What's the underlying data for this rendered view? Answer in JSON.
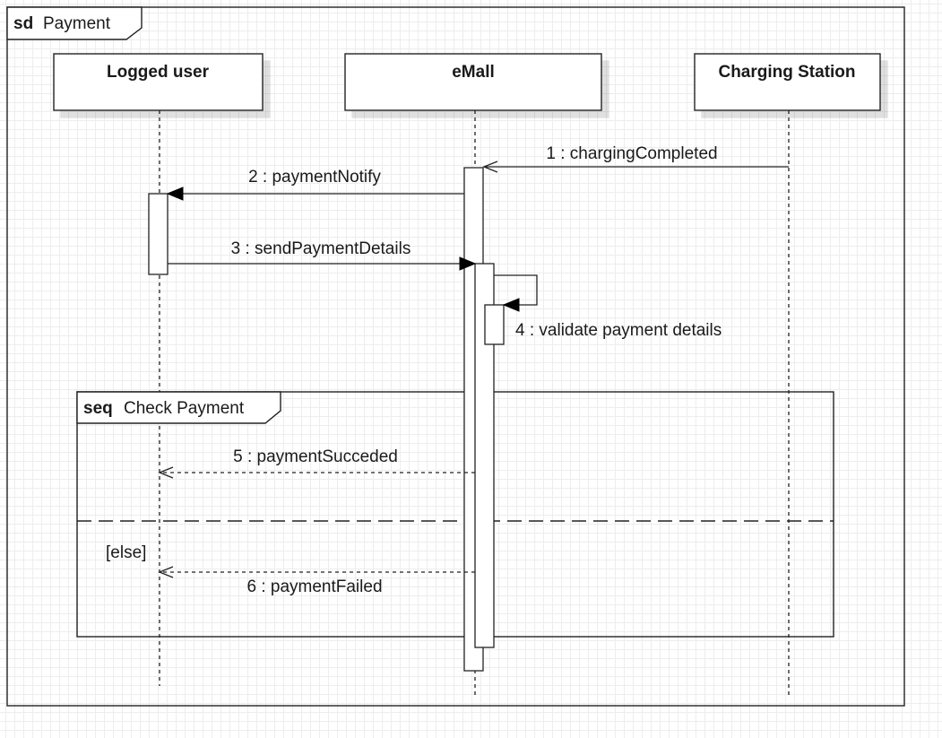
{
  "frame": {
    "keyword": "sd",
    "name": "Payment"
  },
  "lifelines": [
    {
      "id": "logged-user",
      "label": "Logged user"
    },
    {
      "id": "emall",
      "label": "eMall"
    },
    {
      "id": "charging-station",
      "label": "Charging Station"
    }
  ],
  "messages": [
    {
      "label": "1 : chargingCompleted",
      "from": "Charging Station",
      "to": "eMall",
      "kind": "async"
    },
    {
      "label": "2 : paymentNotify",
      "from": "eMall",
      "to": "Logged user",
      "kind": "sync"
    },
    {
      "label": "3 : sendPaymentDetails",
      "from": "Logged user",
      "to": "eMall",
      "kind": "sync"
    },
    {
      "label": "4 : validate payment details",
      "from": "eMall",
      "to": "eMall",
      "kind": "self"
    },
    {
      "label": "5 : paymentSucceded",
      "from": "eMall",
      "to": "Logged user",
      "kind": "return"
    },
    {
      "label": "6 : paymentFailed",
      "from": "eMall",
      "to": "Logged user",
      "kind": "return"
    }
  ],
  "fragment": {
    "operator": "seq",
    "name": "Check Payment",
    "guard_else": "[else]"
  }
}
